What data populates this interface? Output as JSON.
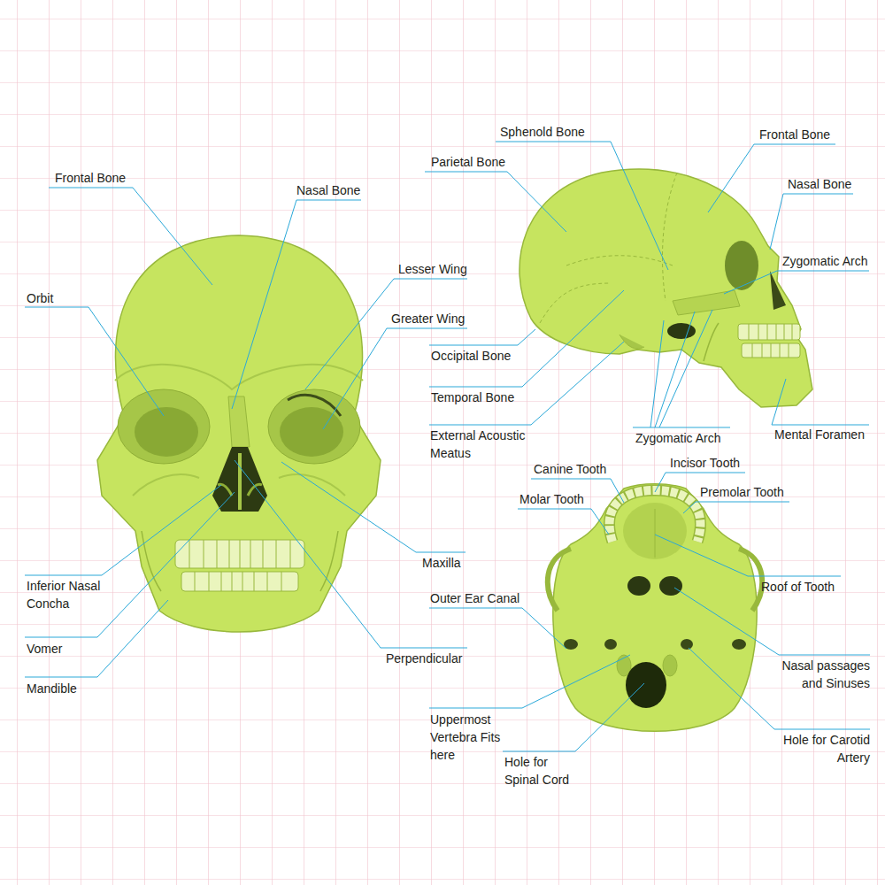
{
  "diagram": {
    "labels": [
      "Frontal Bone",
      "Nasal Bone",
      "Lesser Wing",
      "Greater Wing",
      "Orbit",
      "Inferior Nasal Concha",
      "Vomer",
      "Mandible",
      "Maxilla",
      "Perpendicular",
      "Sphenold Bone",
      "Frontal Bone",
      "Parietal Bone",
      "Nasal Bone",
      "Zygomatic Arch",
      "Occipital Bone",
      "Temporal Bone",
      "External Acoustic Meatus",
      "Zygomatic Arch",
      "Mental Foramen",
      "Canine Tooth",
      "Incisor Tooth",
      "Molar Tooth",
      "Premolar Tooth",
      "Roof of Tooth",
      "Outer Ear Canal",
      "Nasal passages and Sinuses",
      "Uppermost Vertebra Fits here",
      "Hole for Carotid Artery",
      "Hole for Spinal Cord"
    ]
  }
}
